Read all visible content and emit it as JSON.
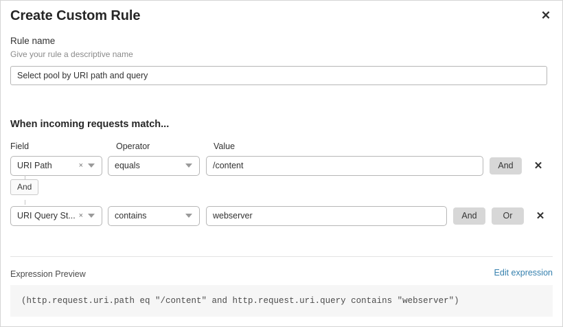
{
  "modal": {
    "title": "Create Custom Rule",
    "close_icon": "close-icon"
  },
  "rule_name": {
    "label": "Rule name",
    "help": "Give your rule a descriptive name",
    "value": "Select pool by URI path and query",
    "placeholder": "Rule name"
  },
  "conditions": {
    "heading": "When incoming requests match...",
    "columns": {
      "field": "Field",
      "operator": "Operator",
      "value": "Value"
    },
    "connector": {
      "label": "And"
    },
    "rows": [
      {
        "field": "URI Path",
        "field_clear_icon": "×",
        "operator": "equals",
        "value": "/content",
        "value_placeholder": "Value",
        "buttons": [
          "And"
        ],
        "delete_icon": "✕"
      },
      {
        "field": "URI Query St...",
        "field_clear_icon": "×",
        "operator": "contains",
        "value": "webserver",
        "value_placeholder": "Value",
        "buttons": [
          "And",
          "Or"
        ],
        "delete_icon": "✕"
      }
    ]
  },
  "preview": {
    "title": "Expression Preview",
    "edit_link": "Edit expression",
    "expression": "(http.request.uri.path eq \"/content\" and http.request.uri.query contains \"webserver\")"
  },
  "colors": {
    "link": "#3580ae",
    "button_bg": "#d7d7d7",
    "code_bg": "#f6f6f6",
    "border": "#b6b6b6"
  }
}
